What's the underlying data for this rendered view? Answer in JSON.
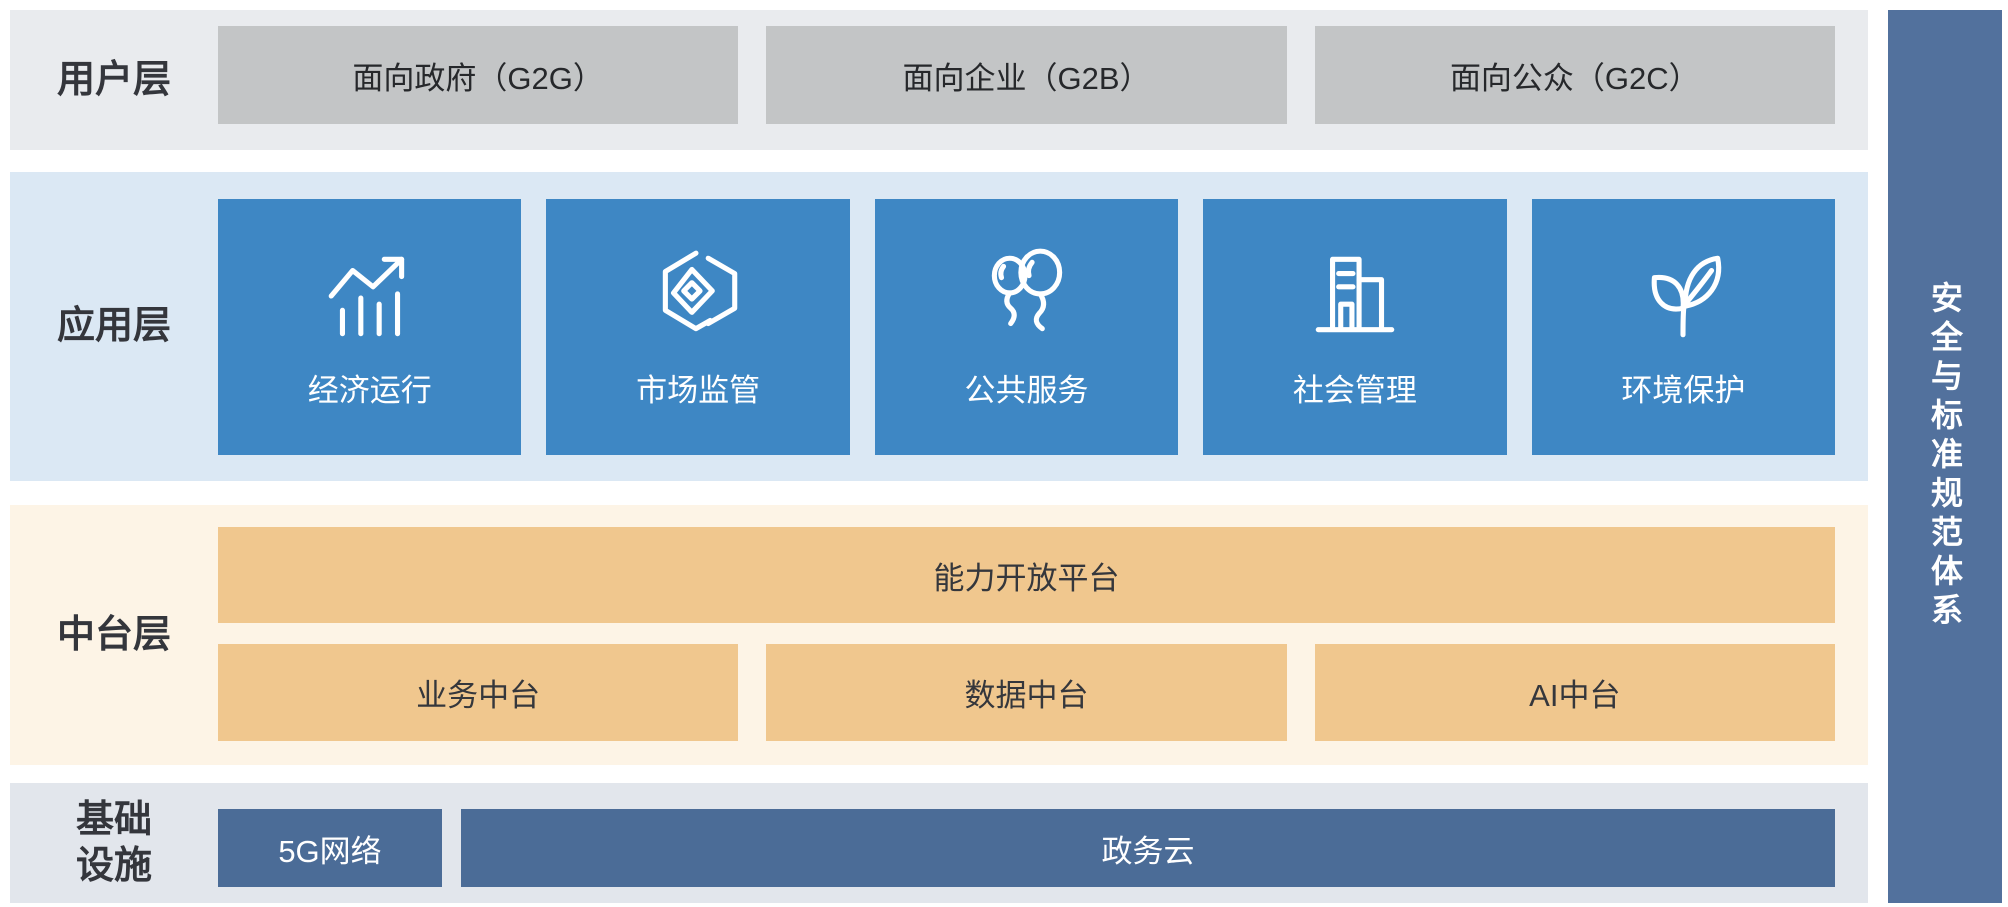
{
  "colors": {
    "band_user": "#e9ebee",
    "band_app": "#dbe8f4",
    "band_mid": "#fdf4e6",
    "band_infra": "#e2e6ec",
    "gray_box": "#c3c5c6",
    "blue_box": "#3e87c4",
    "orange_box": "#f0c78e",
    "navy_box": "#4b6c97",
    "sidebar": "#52719d"
  },
  "layers": {
    "user": {
      "label": "用户层",
      "boxes": [
        {
          "label": "面向政府（G2G）"
        },
        {
          "label": "面向企业（G2B）"
        },
        {
          "label": "面向公众（G2C）"
        }
      ]
    },
    "app": {
      "label": "应用层",
      "boxes": [
        {
          "label": "经济运行",
          "icon": "trend-chart-icon"
        },
        {
          "label": "市场监管",
          "icon": "hexagon-cube-icon"
        },
        {
          "label": "公共服务",
          "icon": "balloons-icon"
        },
        {
          "label": "社会管理",
          "icon": "buildings-icon"
        },
        {
          "label": "环境保护",
          "icon": "leaves-icon"
        }
      ]
    },
    "mid": {
      "label": "中台层",
      "platform": "能力开放平台",
      "boxes": [
        {
          "label": "业务中台"
        },
        {
          "label": "数据中台"
        },
        {
          "label": "AI中台"
        }
      ]
    },
    "infra": {
      "label_line1": "基础",
      "label_line2": "设施",
      "boxes": [
        {
          "label": "5G网络"
        },
        {
          "label": "政务云"
        }
      ]
    }
  },
  "sidebar": {
    "label": "安全与标准规范体系"
  }
}
